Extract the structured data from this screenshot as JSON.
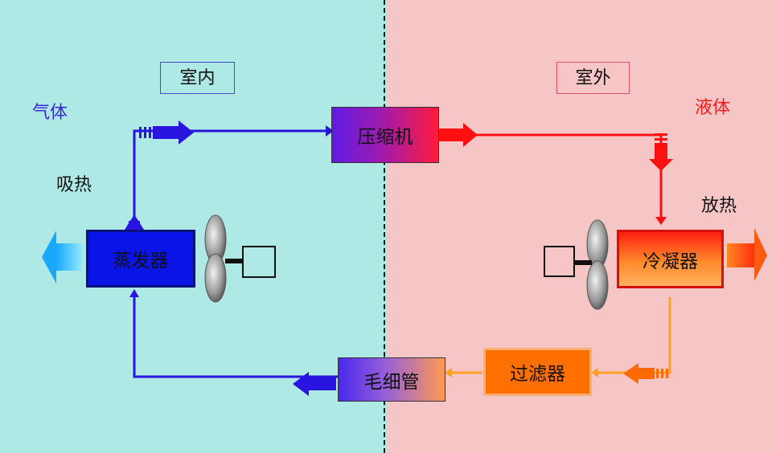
{
  "regions": {
    "indoor": "室内",
    "outdoor": "室外"
  },
  "states": {
    "gas": "气体",
    "liquid": "液体"
  },
  "heat": {
    "absorb": "吸热",
    "release": "放热"
  },
  "components": {
    "compressor": "压缩机",
    "evaporator": "蒸发器",
    "condenser": "冷凝器",
    "filter": "过滤器",
    "capillary": "毛细管"
  },
  "colors": {
    "indoor_bg": "#aee9e5",
    "outdoor_bg": "#f6c6c6",
    "low_pressure_line": "#2a14e0",
    "high_pressure_line": "#ff1010",
    "liquid_line": "#ffa020",
    "gas_label": "#3a2ad8",
    "liquid_label": "#ff1a1a"
  }
}
